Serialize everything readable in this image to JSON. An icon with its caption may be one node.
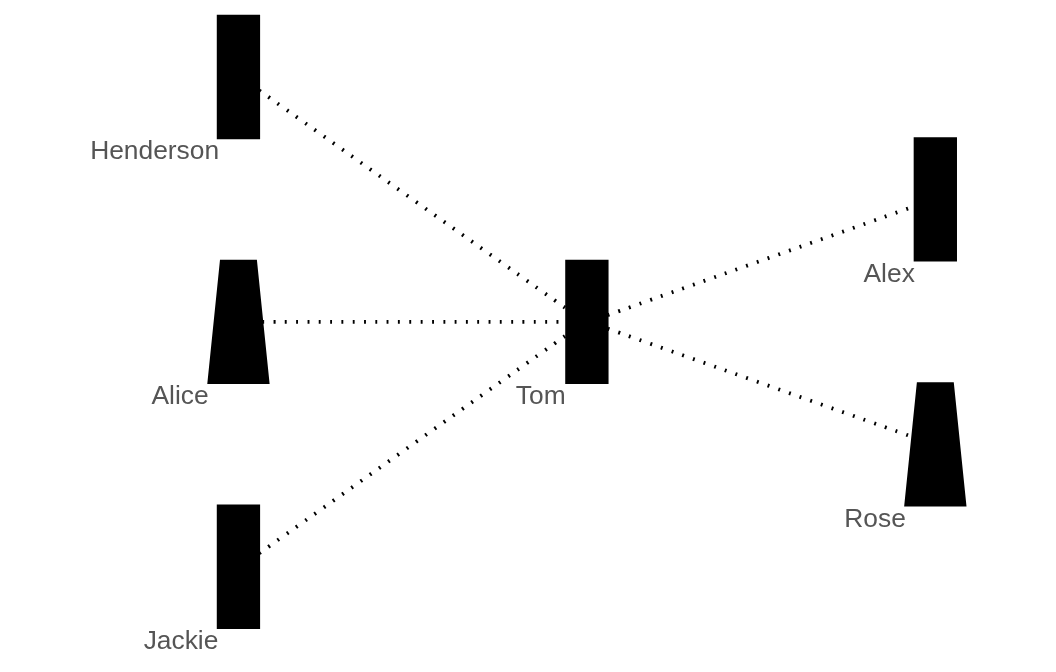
{
  "diagram": {
    "nodes": [
      {
        "text": [],
        "shape": "person",
        "beside": [
          "Henderson"
        ]
      },
      {
        "text": [],
        "shape": "person",
        "beside": [
          "Alex"
        ]
      },
      {
        "text": [],
        "shape": "person",
        "beside": [
          "Alice"
        ]
      },
      {
        "text": [],
        "shape": "person",
        "beside": [
          "Tom"
        ]
      },
      {
        "text": [],
        "shape": "person",
        "beside": [
          "Jackie"
        ]
      },
      {
        "text": [],
        "shape": "person",
        "beside": [
          "Rose"
        ]
      }
    ],
    "edges": [
      {
        "from": 0,
        "to": 3,
        "arrow": "none",
        "style": "dashed"
      },
      {
        "from": 2,
        "to": 3,
        "arrow": "none",
        "style": "dashed"
      },
      {
        "from": 4,
        "to": 3,
        "arrow": "none",
        "style": "dashed"
      },
      {
        "from": 3,
        "to": 1,
        "arrow": "none",
        "style": "dashed"
      },
      {
        "from": 3,
        "to": 5,
        "arrow": "none",
        "style": "dashed"
      }
    ]
  }
}
